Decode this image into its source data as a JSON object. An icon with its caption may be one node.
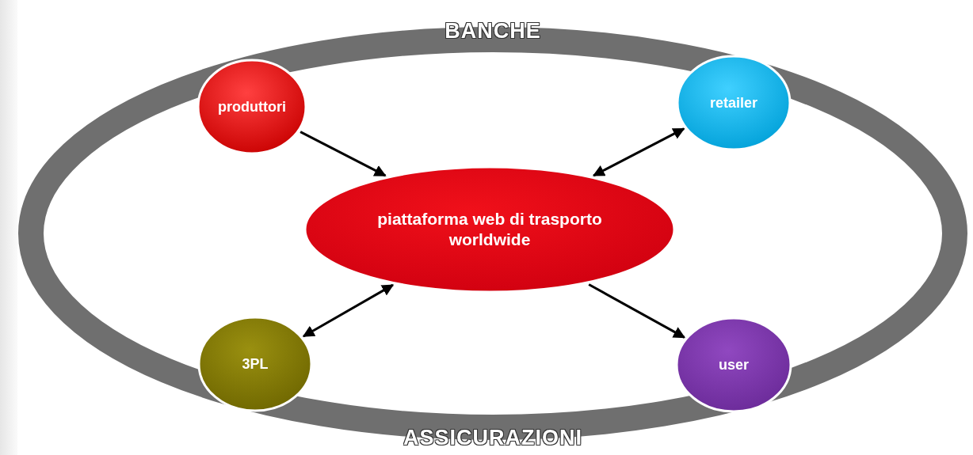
{
  "diagram": {
    "nodes": [
      {
        "text": [
          "BANCHE",
          "ASSICURAZIONI"
        ]
      },
      {
        "text": [
          "produttori"
        ],
        "in": 0
      },
      {
        "text": [
          "retailer"
        ],
        "in": 0
      },
      {
        "text": [
          "piattaforma web di trasporto worldwide"
        ],
        "in": 0
      },
      {
        "text": [
          "3PL"
        ],
        "in": 0
      },
      {
        "text": [
          "user"
        ],
        "in": 0
      }
    ],
    "edges": [
      {
        "from": 1,
        "to": 3,
        "arrow": "to"
      },
      {
        "from": 3,
        "to": 2,
        "arrow": "both"
      },
      {
        "from": 4,
        "to": 3,
        "arrow": "both"
      },
      {
        "from": 3,
        "to": 5,
        "arrow": "to"
      }
    ]
  }
}
